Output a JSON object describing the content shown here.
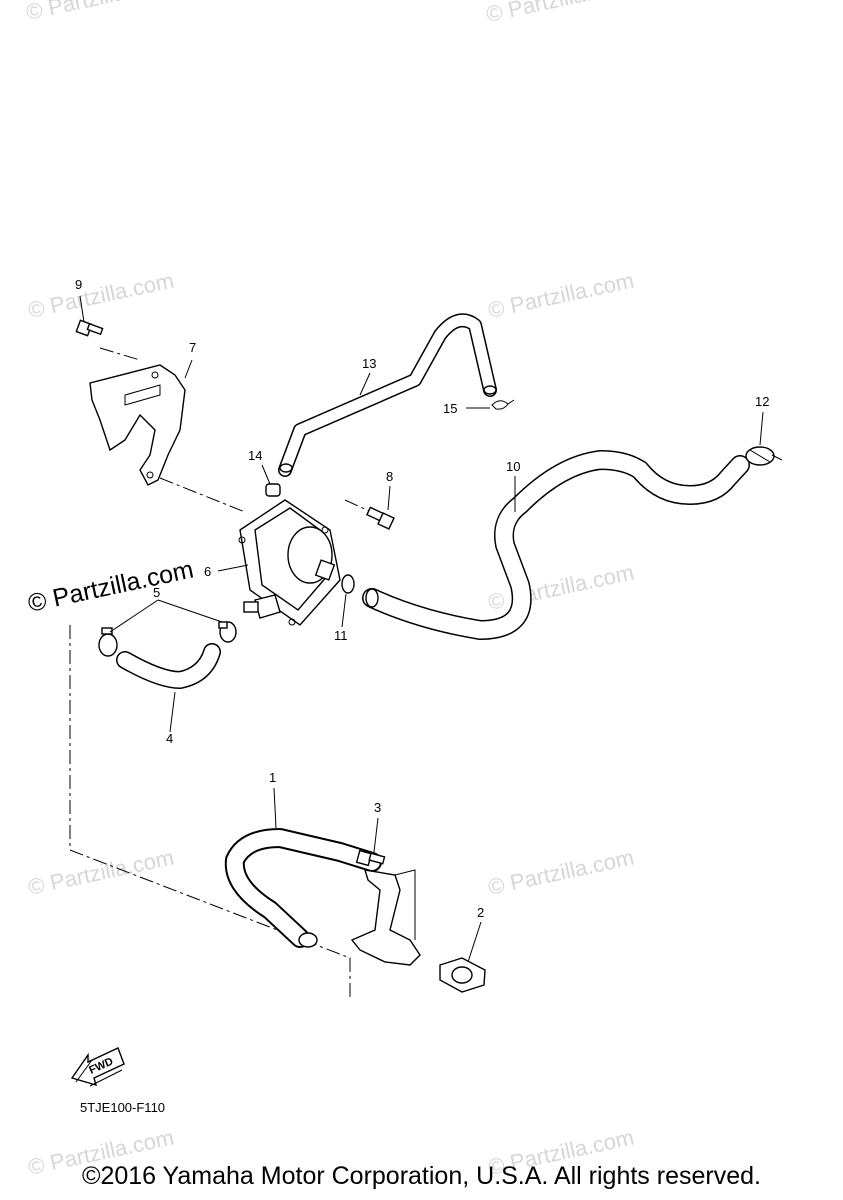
{
  "watermarks": {
    "small_text": "© Partzilla.com",
    "large_text": "© Partzilla.com"
  },
  "callouts": [
    "1",
    "2",
    "3",
    "4",
    "5",
    "6",
    "7",
    "8",
    "9",
    "10",
    "11",
    "12",
    "13",
    "14",
    "15"
  ],
  "fwd_label": "FWD",
  "diagram_code": "5TJE100-F110",
  "copyright": "©2016 Yamaha Motor Corporation, U.S.A. All rights reserved."
}
